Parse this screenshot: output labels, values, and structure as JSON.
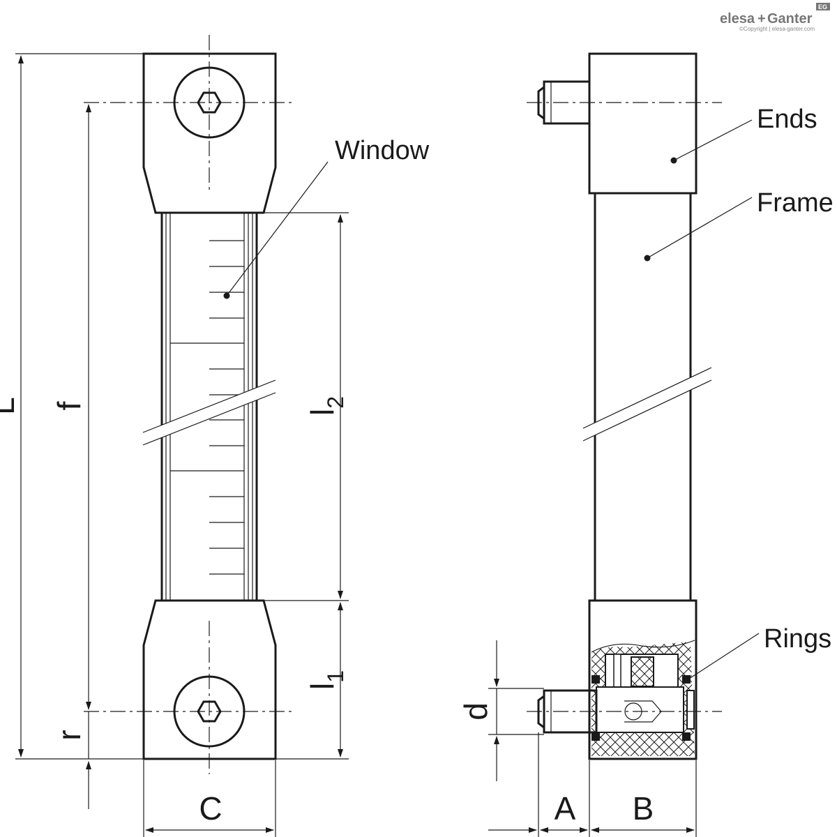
{
  "brand": {
    "name_part1": "elesa",
    "plus": "+",
    "name_part2": "Ganter",
    "badge": "EG",
    "copyright": "©Copyright | elesa-ganter.com"
  },
  "labels": {
    "window": "Window",
    "ends": "Ends",
    "frame": "Frame",
    "rings": "Rings"
  },
  "dimensions": {
    "L": "L",
    "f": "f",
    "r": "r",
    "l2_main": "l",
    "l2_sub": "2",
    "l1_main": "l",
    "l1_sub": "1",
    "C": "C",
    "d": "d",
    "A": "A",
    "B": "B"
  }
}
